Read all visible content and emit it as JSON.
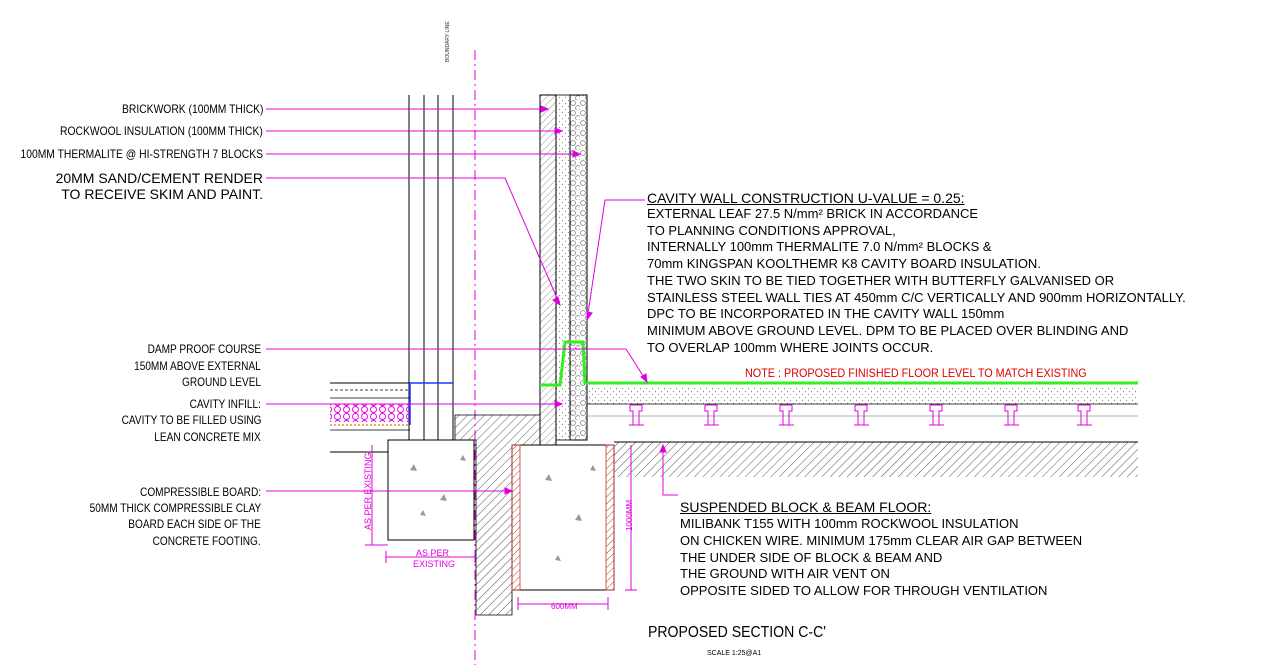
{
  "left_labels": {
    "brickwork": "BRICKWORK (100MM THICK)",
    "rockwool": "ROCKWOOL INSULATION (100MM THICK)",
    "thermalite": "100MM THERMALITE @ HI-STRENGTH 7 BLOCKS",
    "render_1": "20MM SAND/CEMENT RENDER",
    "render_2": "TO RECEIVE SKIM AND PAINT.",
    "dpc_1": "DAMP PROOF COURSE",
    "dpc_2": "150MM ABOVE EXTERNAL",
    "dpc_3": "GROUND LEVEL",
    "infill_1": "CAVITY INFILL:",
    "infill_2": "CAVITY TO BE FILLED USING",
    "infill_3": "LEAN CONCRETE MIX",
    "board_1": "COMPRESSIBLE BOARD:",
    "board_2": "50MM THICK COMPRESSIBLE CLAY",
    "board_3": "BOARD EACH SIDE OF THE",
    "board_4": "CONCRETE FOOTING."
  },
  "cavity_note": {
    "heading": "CAVITY WALL CONSTRUCTION U-VALUE = 0.25:",
    "lines": [
      "EXTERNAL LEAF 27.5 N/mm² BRICK IN ACCORDANCE",
      "TO PLANNING CONDITIONS APPROVAL,",
      "INTERNALLY 100mm THERMALITE 7.0 N/mm² BLOCKS &",
      "70mm KINGSPAN KOOLTHEMR K8 CAVITY BOARD INSULATION.",
      "THE TWO SKIN TO BE TIED TOGETHER WITH BUTTERFLY GALVANISED OR",
      "STAINLESS STEEL WALL TIES AT 450mm C/C VERTICALLY AND 900mm HORIZONTALLY.",
      "DPC TO BE INCORPORATED IN THE CAVITY WALL 150mm",
      "MINIMUM ABOVE GROUND LEVEL. DPM TO BE PLACED OVER BLINDING AND",
      "TO OVERLAP 100mm WHERE JOINTS OCCUR."
    ]
  },
  "floor_note": "NOTE : PROPOSED FINISHED FLOOR LEVEL TO MATCH EXISTING",
  "beam_note": {
    "heading": "SUSPENDED BLOCK & BEAM FLOOR:",
    "line1": "MILIBANK T155 WITH 100mm ROCKWOOL INSULATION",
    "line2": "ON CHICKEN WIRE. MINIMUM 175mm CLEAR AIR GAP BETWEEN",
    "line3": "THE UNDER SIDE OF BLOCK & BEAM AND",
    "line4": "THE GROUND WITH AIR VENT ON",
    "line5": "OPPOSITE SIDED TO ALLOW FOR THROUGH VENTILATION"
  },
  "dimensions": {
    "as_per_existing_v": "AS PER EXISTING",
    "as_per_h_1": "AS PER",
    "as_per_h_2": "EXISTING",
    "depth": "1000MM",
    "width": "600MM"
  },
  "boundary_text": "BOUNDARY LINE",
  "title": "PROPOSED SECTION C-C'",
  "scale": "SCALE 1:25@A1",
  "colors": {
    "leader": "#e000e0",
    "dpc_green": "#33ee22",
    "note_red": "#e00000",
    "hatch": "#555555",
    "blue": "#1a3cff",
    "footing_red": "#c0392b"
  }
}
